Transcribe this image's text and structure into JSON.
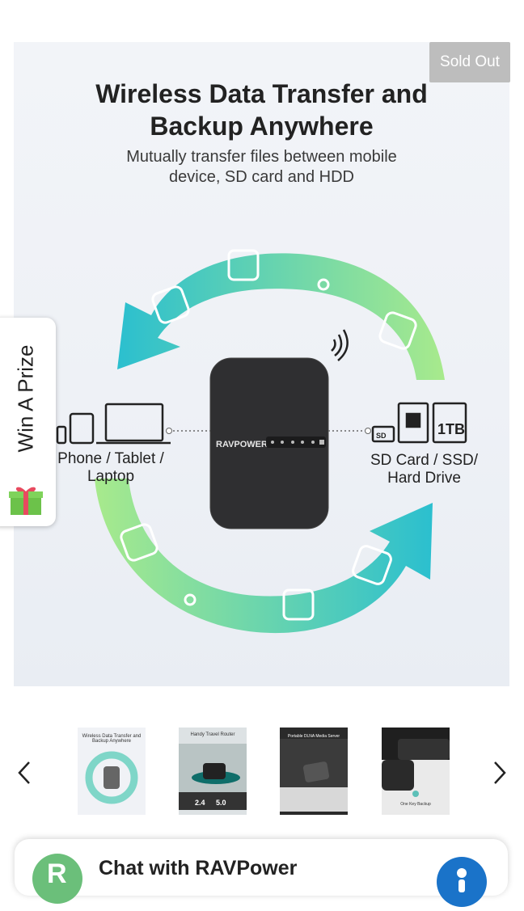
{
  "badge": {
    "sold_out": "Sold Out"
  },
  "hero": {
    "headline_line1": "Wireless Data Transfer and",
    "headline_line2": "Backup Anywhere",
    "subhead_line1": "Mutually transfer files between mobile",
    "subhead_line2": "device, SD card and HDD",
    "left_label_line1": "Phone / Tablet /",
    "left_label_line2": "Laptop",
    "right_label_line1": "SD Card / SSD/",
    "right_label_line2": "Hard Drive",
    "device_brand": "RAVPOWER",
    "storage_badge": "1TB",
    "sd_text": "SD"
  },
  "prize": {
    "label": "Win A Prize"
  },
  "thumbnails": [
    {
      "title": "Wireless Data Transfer and Backup Anywhere"
    },
    {
      "title": "Handy Travel Router",
      "stats": [
        "2.4",
        "5.0"
      ]
    },
    {
      "title": "Portable DLNA Media Server"
    },
    {
      "title": "One Key Backup"
    }
  ],
  "chat": {
    "title": "Chat with RAVPower",
    "avatar_letter": "R",
    "button_icon": "person-icon"
  },
  "colors": {
    "arrow_teal": "#2bbfcf",
    "arrow_green": "#9be58a",
    "sold_out_bg": "#bdbdbd",
    "chat_button": "#1a73c9"
  }
}
